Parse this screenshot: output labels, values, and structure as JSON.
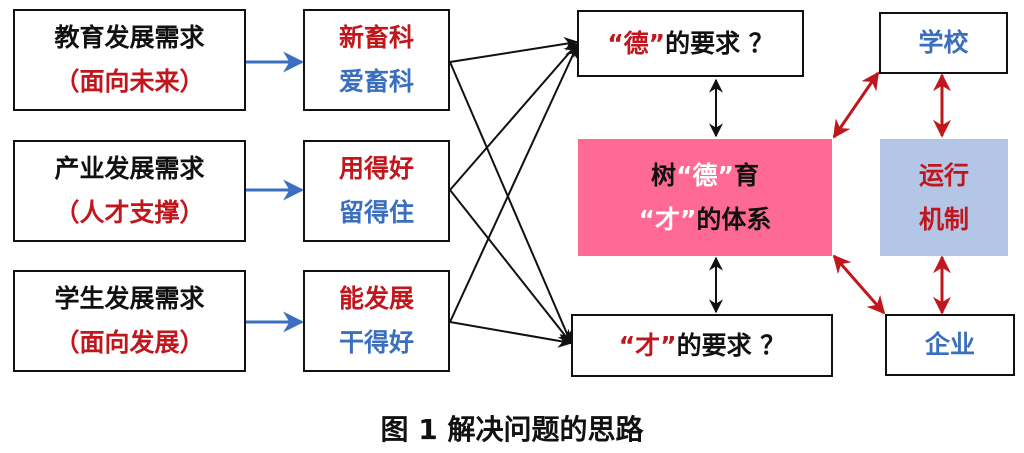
{
  "needs": [
    {
      "title": "教育发展需求",
      "sub": "（面向未来）"
    },
    {
      "title": "产业发展需求",
      "sub": "（人才支撑）"
    },
    {
      "title": "学生发展需求",
      "sub": "（面向发展）"
    }
  ],
  "goals": [
    {
      "red": "新畜科",
      "blue": "爱畜科"
    },
    {
      "red": "用得好",
      "blue": "留得住"
    },
    {
      "red": "能发展",
      "blue": "干得好"
    }
  ],
  "de_req": {
    "quote": "“德”",
    "rest": "的要求 ？"
  },
  "cai_req": {
    "quote": "“才”",
    "rest": "的要求 ？"
  },
  "center": {
    "line1_a": "树",
    "line1_quote": "“德”",
    "line1_b": "育",
    "line2_quote": "“才”",
    "line2_b": "的体系"
  },
  "school": "学校",
  "enterprise": "企业",
  "mechanism": {
    "line1": "运行",
    "line2": "机制"
  },
  "caption": "图 1  解决问题的思路",
  "colors": {
    "red": "#c0161c",
    "blue": "#3a6fc0",
    "pink": "#ff6a94",
    "lightblue": "#b3c6e6"
  }
}
